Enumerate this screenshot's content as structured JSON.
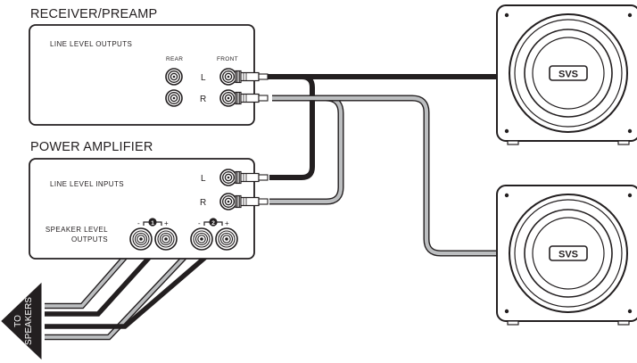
{
  "diagram": {
    "receiver": {
      "title": "RECEIVER/PREAMP",
      "outputs_label": "LINE LEVEL OUTPUTS",
      "rear_label": "REAR",
      "front_label": "FRONT",
      "left_label": "L",
      "right_label": "R"
    },
    "amplifier": {
      "title": "POWER AMPLIFIER",
      "inputs_label": "LINE LEVEL INPUTS",
      "left_label": "L",
      "right_label": "R",
      "speaker_outputs_line1": "SPEAKER LEVEL",
      "speaker_outputs_line2": "OUTPUTS",
      "channel1": {
        "minus": "-",
        "number": "1",
        "plus": "+"
      },
      "channel2": {
        "minus": "-",
        "number": "2",
        "plus": "+"
      }
    },
    "arrow": {
      "line1": "TO",
      "line2": "SPEAKERS"
    },
    "subwoofers": [
      {
        "logo": "SVS"
      },
      {
        "logo": "SVS"
      }
    ],
    "colors": {
      "outline": "#231f20",
      "black_cable": "#231f20",
      "gray_cable": "#bcbec0",
      "panel_fill": "#ffffff"
    }
  }
}
